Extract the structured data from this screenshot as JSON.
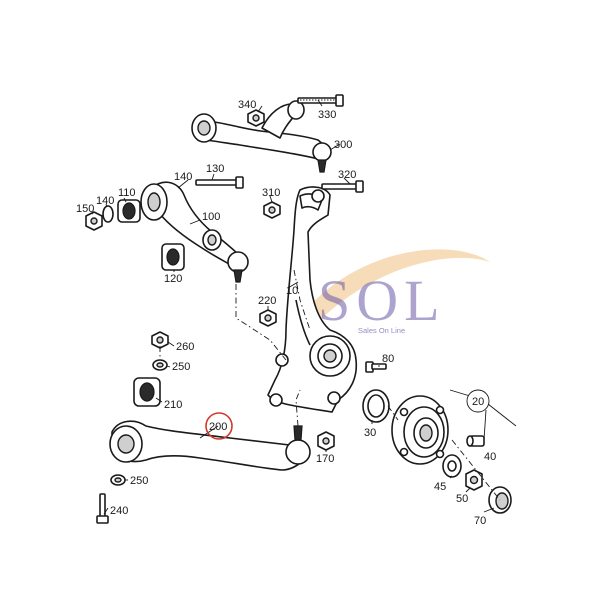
{
  "watermark": {
    "letters": "SOL",
    "tagline": "Sales On Line",
    "accent_color": "#6a5aa8",
    "swoosh_color": "#f0c080"
  },
  "highlight": {
    "callout": "200",
    "ring_color": "#d0392b"
  },
  "callouts": {
    "c10": "10",
    "c20": "20",
    "c30": "30",
    "c40": "40",
    "c45": "45",
    "c50": "50",
    "c70": "70",
    "c80": "80",
    "c100": "100",
    "c110": "110",
    "c120": "120",
    "c130": "130",
    "c140a": "140",
    "c140b": "140",
    "c150": "150",
    "c170": "170",
    "c200": "200",
    "c210": "210",
    "c220": "220",
    "c240": "240",
    "c250a": "250",
    "c250b": "250",
    "c260": "260",
    "c300": "300",
    "c310": "310",
    "c320": "320",
    "c330": "330",
    "c340": "340"
  }
}
